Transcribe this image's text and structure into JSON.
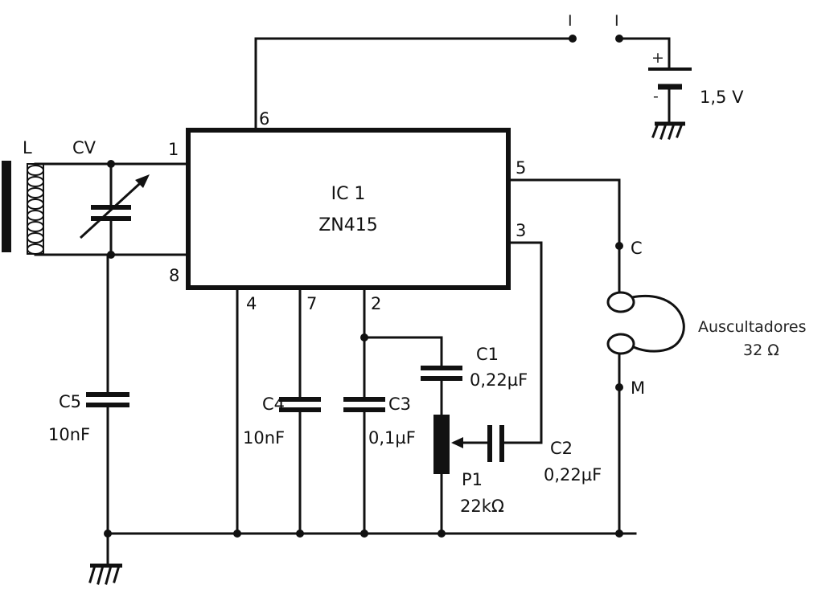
{
  "ic": {
    "ref": "IC 1",
    "part": "ZN415"
  },
  "pins": {
    "p1": "1",
    "p2": "2",
    "p3": "3",
    "p4": "4",
    "p5": "5",
    "p6": "6",
    "p7": "7",
    "p8": "8"
  },
  "inductor": {
    "ref": "L"
  },
  "variable_cap": {
    "ref": "CV"
  },
  "c1": {
    "ref": "C1",
    "value": "0,22µF"
  },
  "c2": {
    "ref": "C2",
    "value": "0,22µF"
  },
  "c3": {
    "ref": "C3",
    "value": "0,1µF"
  },
  "c4": {
    "ref": "C4",
    "value": "10nF"
  },
  "c5": {
    "ref": "C5",
    "value": "10nF"
  },
  "p1": {
    "ref": "P1",
    "value": "22kΩ"
  },
  "battery": {
    "value": "1,5 V",
    "plus": "+",
    "minus": "-"
  },
  "switch": {
    "left": "I",
    "right": "I"
  },
  "headphones": {
    "label": "Auscultadores",
    "impedance": "32 Ω",
    "common": "C",
    "terminal": "M"
  }
}
